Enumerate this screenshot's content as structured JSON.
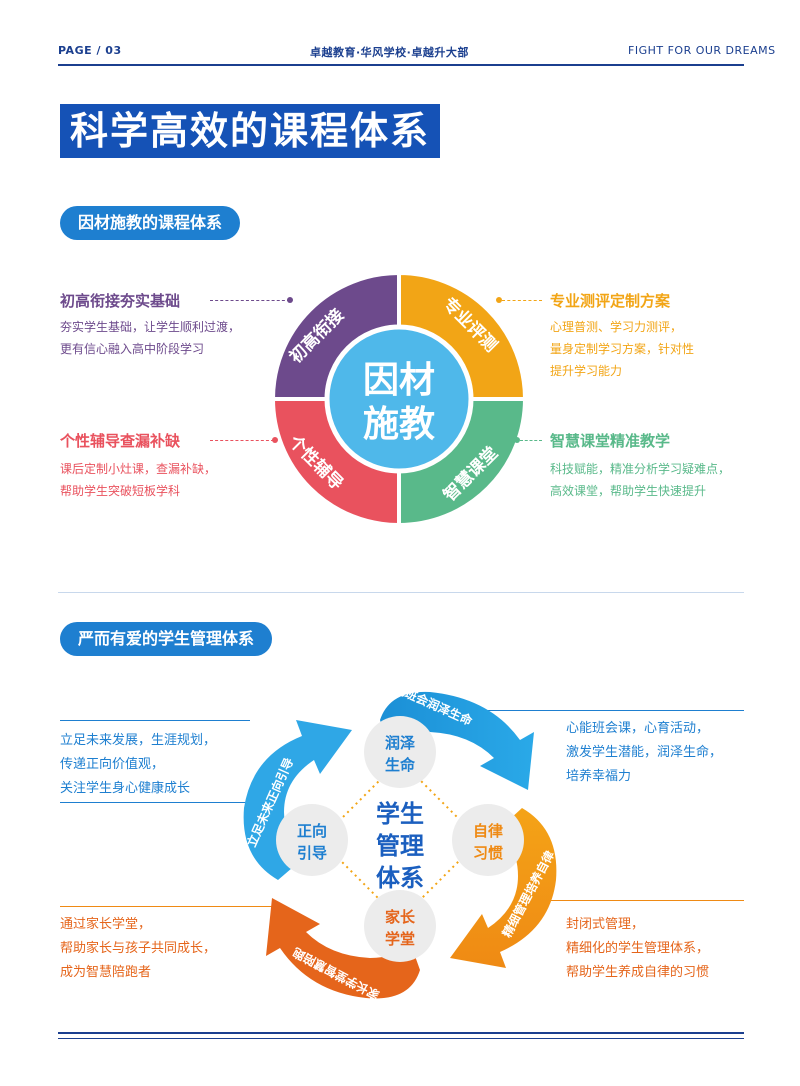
{
  "header": {
    "page": "PAGE / 03",
    "center": "卓越教育·华风学校·卓越升大部",
    "right": "FIGHT FOR OUR DREAMS"
  },
  "title": "科学高效的课程体系",
  "section1": {
    "pill": "因材施教的课程体系",
    "center_line1": "因材",
    "center_line2": "施教",
    "ring": {
      "top_left": "初高衔接",
      "top_right": "专业评测",
      "bottom_right": "智慧课堂",
      "bottom_left": "个性辅导"
    },
    "left_top": {
      "title": "初高衔接夯实基础",
      "lines": [
        "夯实学生基础，让学生顺利过渡，",
        "更有信心融入高中阶段学习"
      ]
    },
    "left_bottom": {
      "title": "个性辅导查漏补缺",
      "lines": [
        "课后定制小灶课，查漏补缺，",
        "帮助学生突破短板学科"
      ]
    },
    "right_top": {
      "title": "专业测评定制方案",
      "lines": [
        "心理普测、学习力测评，",
        "量身定制学习方案，针对性",
        "提升学习能力"
      ]
    },
    "right_bottom": {
      "title": "智慧课堂精准教学",
      "lines": [
        "科技赋能，精准分析学习疑难点，",
        "高效课堂，帮助学生快速提升"
      ]
    }
  },
  "section2": {
    "pill": "严而有爱的学生管理体系",
    "center": [
      "学生",
      "管理",
      "体系"
    ],
    "nodes": {
      "top": [
        "润泽",
        "生命"
      ],
      "right": [
        "自律",
        "习惯"
      ],
      "bottom": [
        "家长",
        "学堂"
      ],
      "left": [
        "正向",
        "引导"
      ]
    },
    "arrows": {
      "top": "心能班会润泽生命",
      "right": "精细管理培养自律",
      "bottom": "家长学堂智慧陪跑",
      "left": "立足未来正向引导"
    },
    "text_left_top": [
      "立足未来发展，生涯规划，",
      "传递正向价值观，",
      "关注学生身心健康成长"
    ],
    "text_right_top": [
      "心能班会课，心育活动，",
      "激发学生潜能，润泽生命，",
      "培养幸福力"
    ],
    "text_left_bottom": [
      "通过家长学堂，",
      "帮助家长与孩子共同成长，",
      "成为智慧陪跑者"
    ],
    "text_right_bottom": [
      "封闭式管理，",
      "精细化的学生管理体系，",
      "帮助学生养成自律的习惯"
    ]
  },
  "colors": {
    "purple": "#6d4a8c",
    "orange": "#f2a516",
    "green": "#59b98a",
    "red": "#e9525e",
    "center": "#4fb8ea",
    "blue": "#1e7fd0",
    "navy": "#1b3f8f",
    "arrow_orange": "#ef8a14",
    "arrow_deep": "#e5651b"
  }
}
